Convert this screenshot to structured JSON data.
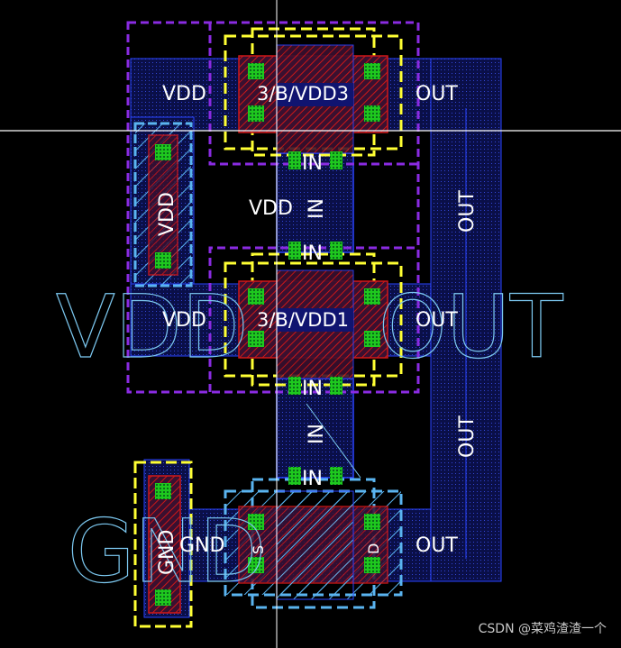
{
  "layout_editor": {
    "colors": {
      "background": "#000000",
      "metal1": "#2230d8",
      "metal1_border": "#3a5cff",
      "nwell_boundary": "#8a2be2",
      "pimplant": "#ffff33",
      "nimplant": "#5ab4f0",
      "active": "#d01818",
      "poly": "#b02040",
      "contact": "#1ec81e",
      "label": "#ffffff",
      "pin_text": "#7cc8f0"
    },
    "transistors": [
      {
        "name": "pmos-top",
        "gate_label": "3/B/VDD3",
        "source_label": "VDD",
        "drain_label": "OUT",
        "gate_pin_label": "IN"
      },
      {
        "name": "pmos-middle",
        "gate_label": "3/B/VDD1",
        "source_label": "VDD",
        "drain_label": "OUT",
        "gate_pin_label": "IN"
      },
      {
        "name": "nmos-bottom",
        "gate_label": "",
        "source_label": "GND",
        "drain_label": "OUT",
        "gate_pin_label": "IN"
      }
    ],
    "labels": {
      "vdd_h_top": "VDD",
      "out_h_top": "OUT",
      "in_top_gate": "IN",
      "vdd_mid": "VDD",
      "in_vertical_mid": "IN",
      "in_pmos2_top": "IN",
      "vdd_h_mid": "VDD",
      "out_h_mid": "OUT",
      "in_pmos2_bottom": "IN",
      "in_vertical_low": "IN",
      "in_nmos_top": "IN",
      "gnd_h": "GND",
      "out_h_bottom": "OUT",
      "vdd_tap": "VDD",
      "gnd_tap": "GND",
      "out_vertical_top": "OUT",
      "out_vertical_bottom": "OUT",
      "pmos_top_gate_text": "3/B/VDD3",
      "pmos_mid_gate_text": "3/B/VDD1",
      "nmos_source_glyph": "S",
      "nmos_drain_glyph": "D"
    },
    "pin_labels_large": {
      "vdd": "VDD",
      "out": "OUT",
      "gnd": "GND"
    }
  },
  "watermark": "CSDN @菜鸡渣渣一个"
}
